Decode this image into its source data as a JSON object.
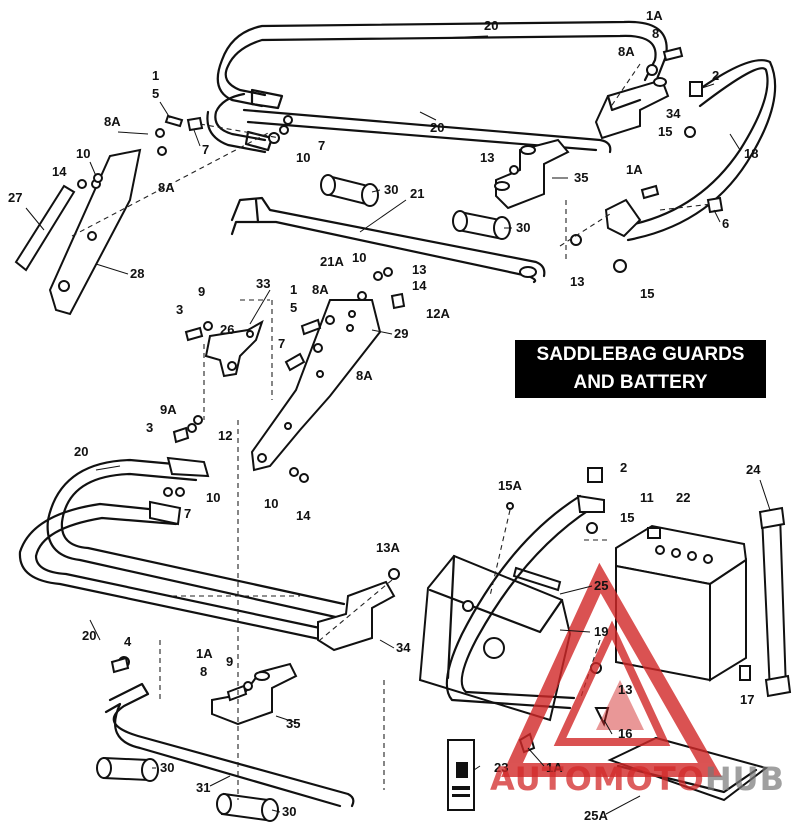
{
  "title": {
    "line1": "SADDLEBAG GUARDS",
    "line2": "AND BATTERY"
  },
  "watermark": {
    "text_a": "AUTOMOTO",
    "text_b": "HUB",
    "color": "#d22828"
  },
  "callouts": [
    {
      "id": "c20a",
      "text": "20"
    },
    {
      "id": "c1A_a",
      "text": "1A"
    },
    {
      "id": "c8_a",
      "text": "8"
    },
    {
      "id": "c8A_a",
      "text": "8A"
    },
    {
      "id": "c2_a",
      "text": "2"
    },
    {
      "id": "c34_a",
      "text": "34"
    },
    {
      "id": "c15_a",
      "text": "15"
    },
    {
      "id": "c18",
      "text": "18"
    },
    {
      "id": "c20b",
      "text": "20"
    },
    {
      "id": "c1_a",
      "text": "1"
    },
    {
      "id": "c5_a",
      "text": "5"
    },
    {
      "id": "c8A_b",
      "text": "8A"
    },
    {
      "id": "c7_a",
      "text": "7"
    },
    {
      "id": "c8A_c",
      "text": "8A"
    },
    {
      "id": "c7_b",
      "text": "7"
    },
    {
      "id": "c10_a",
      "text": "10"
    },
    {
      "id": "c10_b",
      "text": "10"
    },
    {
      "id": "c14_a",
      "text": "14"
    },
    {
      "id": "c27",
      "text": "27"
    },
    {
      "id": "c28",
      "text": "28"
    },
    {
      "id": "c13_a",
      "text": "13"
    },
    {
      "id": "c35_a",
      "text": "35"
    },
    {
      "id": "c1A_b",
      "text": "1A"
    },
    {
      "id": "c30_a",
      "text": "30"
    },
    {
      "id": "c21",
      "text": "21"
    },
    {
      "id": "c30_b",
      "text": "30"
    },
    {
      "id": "c6",
      "text": "6"
    },
    {
      "id": "c13_b",
      "text": "13"
    },
    {
      "id": "c15_b",
      "text": "15"
    },
    {
      "id": "c21A",
      "text": "21A"
    },
    {
      "id": "c10_c",
      "text": "10"
    },
    {
      "id": "c13_c",
      "text": "13"
    },
    {
      "id": "c14_b",
      "text": "14"
    },
    {
      "id": "c12A",
      "text": "12A"
    },
    {
      "id": "c1_b",
      "text": "1"
    },
    {
      "id": "c8A_d",
      "text": "8A"
    },
    {
      "id": "c5_b",
      "text": "5"
    },
    {
      "id": "c33",
      "text": "33"
    },
    {
      "id": "c9_a",
      "text": "9"
    },
    {
      "id": "c3_a",
      "text": "3"
    },
    {
      "id": "c26",
      "text": "26"
    },
    {
      "id": "c29",
      "text": "29"
    },
    {
      "id": "c7_c",
      "text": "7"
    },
    {
      "id": "c8A_e",
      "text": "8A"
    },
    {
      "id": "c9A",
      "text": "9A"
    },
    {
      "id": "c3_b",
      "text": "3"
    },
    {
      "id": "c12",
      "text": "12"
    },
    {
      "id": "c20c",
      "text": "20"
    },
    {
      "id": "c10_d",
      "text": "10"
    },
    {
      "id": "c7_d",
      "text": "7"
    },
    {
      "id": "c10_e",
      "text": "10"
    },
    {
      "id": "c14_c",
      "text": "14"
    },
    {
      "id": "c2_b",
      "text": "2"
    },
    {
      "id": "c15A",
      "text": "15A"
    },
    {
      "id": "c11",
      "text": "11"
    },
    {
      "id": "c22",
      "text": "22"
    },
    {
      "id": "c24",
      "text": "24"
    },
    {
      "id": "c15_c",
      "text": "15"
    },
    {
      "id": "c13A",
      "text": "13A"
    },
    {
      "id": "c25",
      "text": "25"
    },
    {
      "id": "c20d",
      "text": "20"
    },
    {
      "id": "c34_b",
      "text": "34"
    },
    {
      "id": "c19",
      "text": "19"
    },
    {
      "id": "c4",
      "text": "4"
    },
    {
      "id": "c1A_c",
      "text": "1A"
    },
    {
      "id": "c8_b",
      "text": "8"
    },
    {
      "id": "c9_b",
      "text": "9"
    },
    {
      "id": "c13_d",
      "text": "13"
    },
    {
      "id": "c17",
      "text": "17"
    },
    {
      "id": "c35_b",
      "text": "35"
    },
    {
      "id": "c16",
      "text": "16"
    },
    {
      "id": "c23",
      "text": "23"
    },
    {
      "id": "c1A_d",
      "text": "1A"
    },
    {
      "id": "c30_c",
      "text": "30"
    },
    {
      "id": "c31",
      "text": "31"
    },
    {
      "id": "c30_d",
      "text": "30"
    },
    {
      "id": "c25A",
      "text": "25A"
    }
  ]
}
